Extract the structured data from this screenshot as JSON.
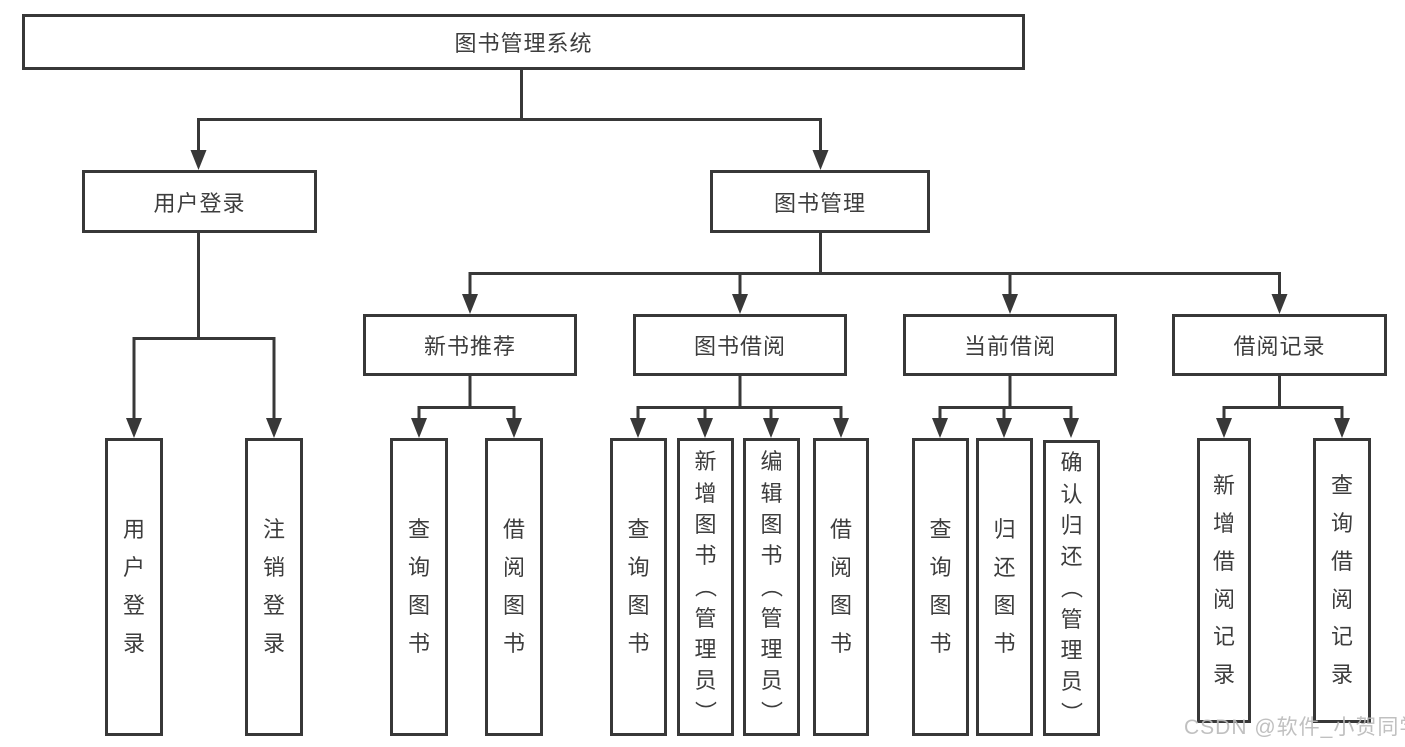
{
  "colors": {
    "line": "#383838",
    "text": "#3d3d3d",
    "box_background": "#ffffff",
    "watermark": "#b9b9b9",
    "background": "#ffffff"
  },
  "nodes": {
    "root": {
      "label": "图书管理系统"
    },
    "user_login": {
      "label": "用户登录"
    },
    "book_mgmt": {
      "label": "图书管理"
    },
    "new_books": {
      "label": "新书推荐"
    },
    "book_borrow": {
      "label": "图书借阅"
    },
    "current_borrow": {
      "label": "当前借阅"
    },
    "borrow_records": {
      "label": "借阅记录"
    },
    "leaf_user_login": {
      "label": "用户登录"
    },
    "leaf_logout": {
      "label": "注销登录"
    },
    "leaf_nb_query": {
      "label": "查询图书"
    },
    "leaf_nb_borrow": {
      "label": "借阅图书"
    },
    "leaf_bb_query": {
      "label": "查询图书"
    },
    "leaf_bb_add": {
      "label": "新增图书（管理员）"
    },
    "leaf_bb_edit": {
      "label": "编辑图书（管理员）"
    },
    "leaf_bb_borrow": {
      "label": "借阅图书"
    },
    "leaf_cb_query": {
      "label": "查询图书"
    },
    "leaf_cb_return": {
      "label": "归还图书"
    },
    "leaf_cb_confirm": {
      "label": "确认归还（管理员）"
    },
    "leaf_br_add": {
      "label": "新增借阅记录"
    },
    "leaf_br_query": {
      "label": "查询借阅记录"
    }
  },
  "hierarchy": {
    "图书管理系统": [
      "用户登录",
      "图书管理"
    ],
    "用户登录": [
      "用户登录",
      "注销登录"
    ],
    "图书管理": [
      "新书推荐",
      "图书借阅",
      "当前借阅",
      "借阅记录"
    ],
    "新书推荐": [
      "查询图书",
      "借阅图书"
    ],
    "图书借阅": [
      "查询图书",
      "新增图书（管理员）",
      "编辑图书（管理员）",
      "借阅图书"
    ],
    "当前借阅": [
      "查询图书",
      "归还图书",
      "确认归还（管理员）"
    ],
    "借阅记录": [
      "新增借阅记录",
      "查询借阅记录"
    ]
  },
  "watermark": {
    "text": "CSDN @软件_小贺同学"
  }
}
